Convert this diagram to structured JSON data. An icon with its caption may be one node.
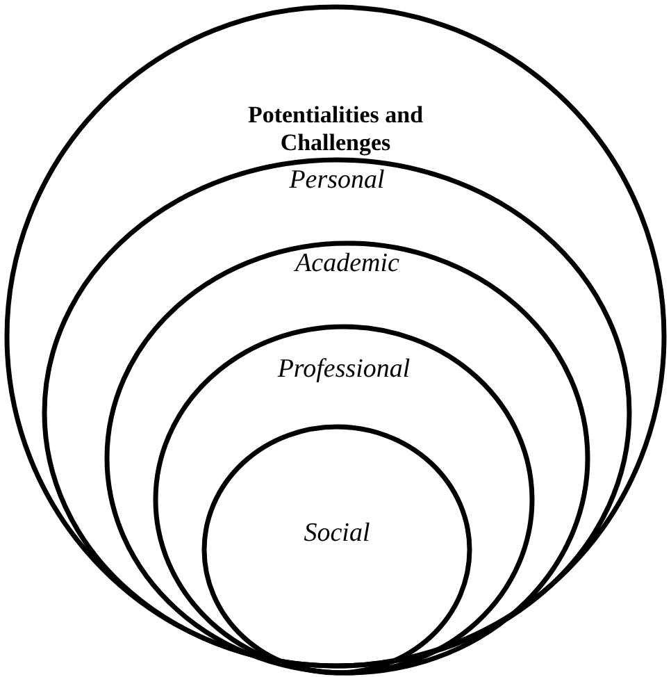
{
  "diagram": {
    "nodes": [
      {
        "text": [
          "Potentialities and Challenges"
        ]
      },
      {
        "text": [
          "Personal"
        ],
        "in": 0
      },
      {
        "text": [
          "Academic"
        ],
        "in": 1
      },
      {
        "text": [
          "Professional"
        ],
        "in": 2
      },
      {
        "text": [
          "Social"
        ],
        "in": 3
      }
    ]
  }
}
